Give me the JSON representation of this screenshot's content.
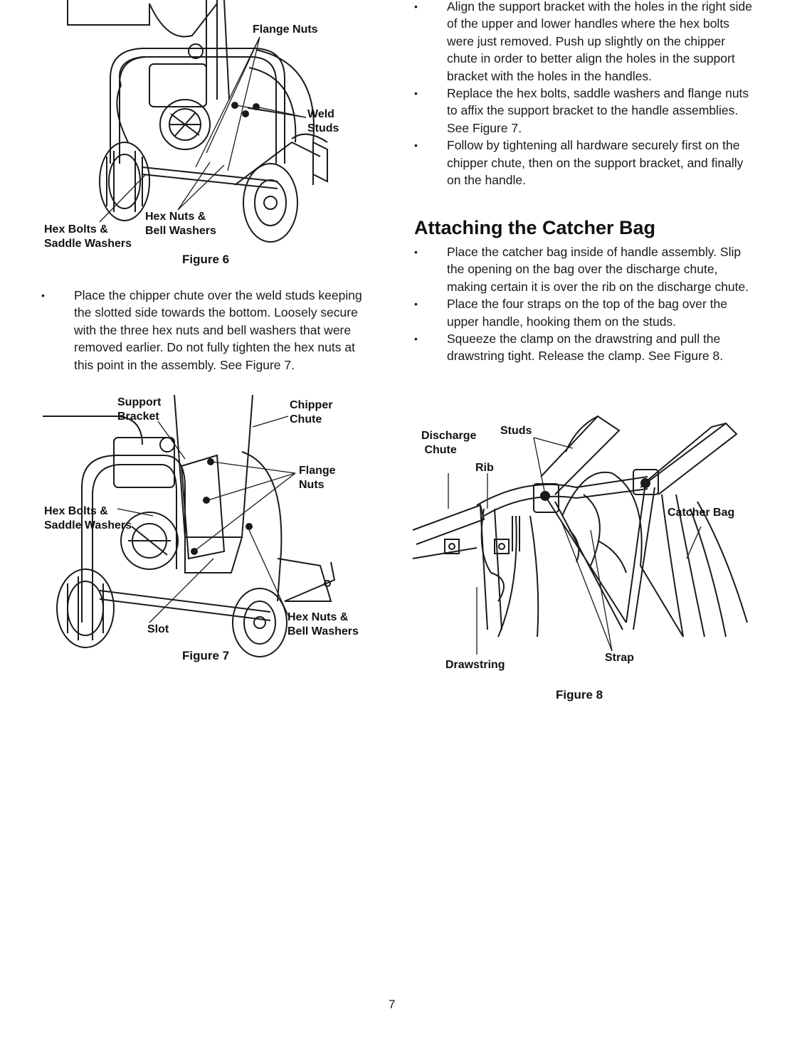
{
  "page_number": "7",
  "figure6": {
    "caption": "Figure 6",
    "labels": {
      "flange_nuts": "Flange Nuts",
      "weld_studs": "Weld\nStuds",
      "hex_nuts_bell_washers": "Hex Nuts &\nBell Washers",
      "hex_bolts_saddle_washers": "Hex Bolts &\nSaddle Washers"
    }
  },
  "figure7": {
    "caption": "Figure 7",
    "labels": {
      "support_bracket": "Support\nBracket",
      "chipper_chute": "Chipper\nChute",
      "flange_nuts": "Flange\nNuts",
      "hex_bolts_saddle_washers": "Hex Bolts &\nSaddle Washers",
      "slot": "Slot",
      "hex_nuts_bell_washers": "Hex Nuts &\nBell Washers"
    }
  },
  "figure8": {
    "caption": "Figure 8",
    "labels": {
      "discharge_chute": "Discharge\n Chute",
      "studs": "Studs",
      "rib": "Rib",
      "catcher_bag": "Catcher Bag",
      "drawstring": "Drawstring",
      "strap": "Strap"
    }
  },
  "left_bullets": [
    "Place the chipper chute over the weld studs keeping the slotted side towards the bottom. Loosely secure with the three hex nuts and bell washers that were removed earlier. Do not fully tighten the hex nuts at this point in the assembly. See Figure 7."
  ],
  "right_bullets_top": [
    "Align the support bracket with the holes in the right side of the upper and lower handles where the hex bolts were just removed. Push up slightly on the chipper chute in order to better align the holes in the support bracket with the holes in the handles.",
    "Replace the hex bolts, saddle washers and flange nuts to affix the support bracket to the handle assemblies. See Figure 7.",
    "Follow by tightening all hardware securely first on the chipper chute, then on the support bracket, and finally on the handle."
  ],
  "section_heading": "Attaching the Catcher Bag",
  "right_bullets_bottom": [
    "Place the catcher bag inside of handle assembly. Slip the opening on the bag over the discharge chute, making certain it is over the rib on the discharge chute.",
    "Place the four straps on the top of the bag over the upper handle, hooking them on the studs.",
    "Squeeze the clamp on the drawstring and pull the drawstring tight. Release the clamp. See Figure 8."
  ],
  "bullet_symbol": "•"
}
